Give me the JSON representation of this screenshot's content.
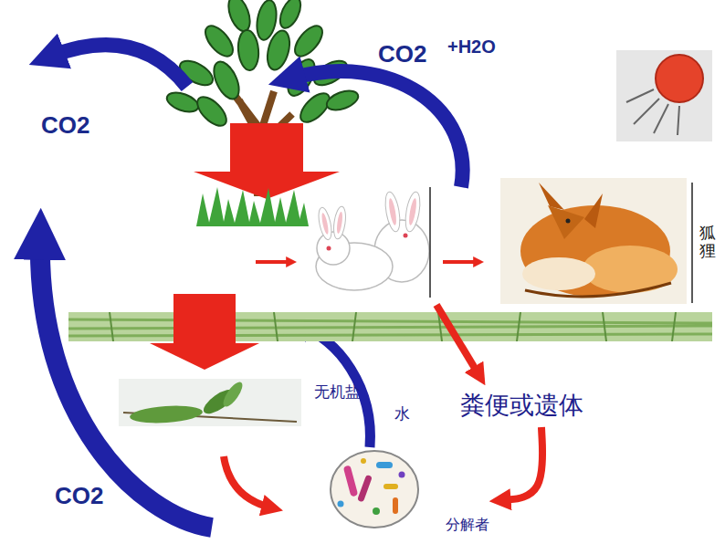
{
  "diagram": {
    "nodes": [
      {
        "text": [
          "狐狸"
        ]
      },
      {
        "text": [
          "粪便或遗体"
        ]
      },
      {
        "text": [
          "分解者"
        ]
      }
    ],
    "edges": [
      {
        "from": 1,
        "to": 2,
        "arrow": "to"
      }
    ],
    "labels": [
      "CO2",
      "+H2O",
      "CO2",
      "无机盐",
      "水",
      "CO2"
    ]
  }
}
